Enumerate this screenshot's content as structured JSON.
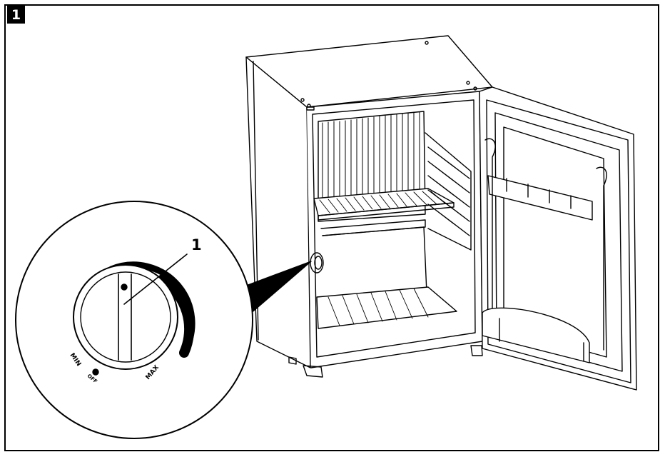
{
  "figure": {
    "number": "1"
  },
  "callout": {
    "label": "1"
  },
  "dial": {
    "min_label": "MIN",
    "off_label": "OFF",
    "max_label": "MAX"
  },
  "colors": {
    "line": "#000000",
    "background": "#ffffff"
  }
}
